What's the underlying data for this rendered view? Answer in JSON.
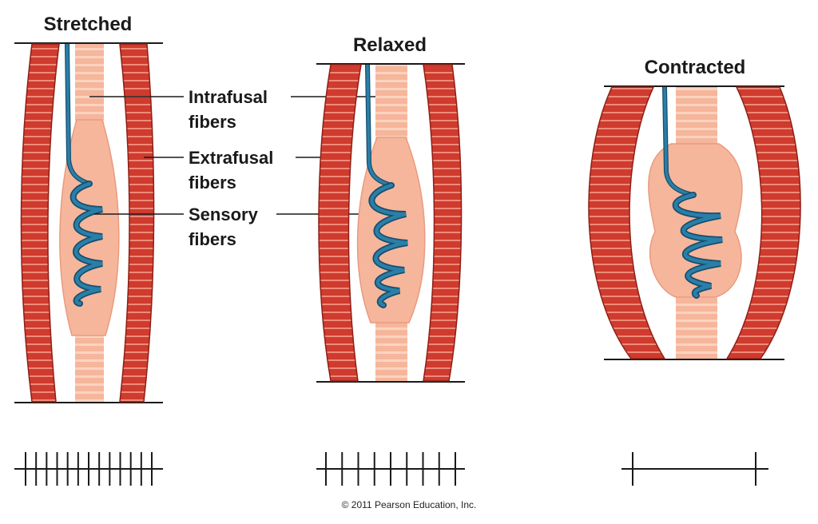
{
  "panels": [
    {
      "title": "Stretched",
      "tick_count": 13
    },
    {
      "title": "Relaxed",
      "tick_count": 9
    },
    {
      "title": "Contracted",
      "tick_count": 2
    }
  ],
  "labels": {
    "intrafusal_1": "Intrafusal",
    "intrafusal_2": "fibers",
    "extrafusal_1": "Extrafusal",
    "extrafusal_2": "fibers",
    "sensory_1": "Sensory",
    "sensory_2": "fibers"
  },
  "copyright": "© 2011 Pearson Education, Inc.",
  "colors": {
    "extrafusal": "#cf3b2e",
    "extrafusal_dark": "#8e1f17",
    "intrafusal": "#f6b69b",
    "intrafusal_stripe": "#fbd3c0",
    "sensory": "#2a7fa8",
    "sensory_dark": "#164e6e",
    "line": "#1a1a1a"
  }
}
